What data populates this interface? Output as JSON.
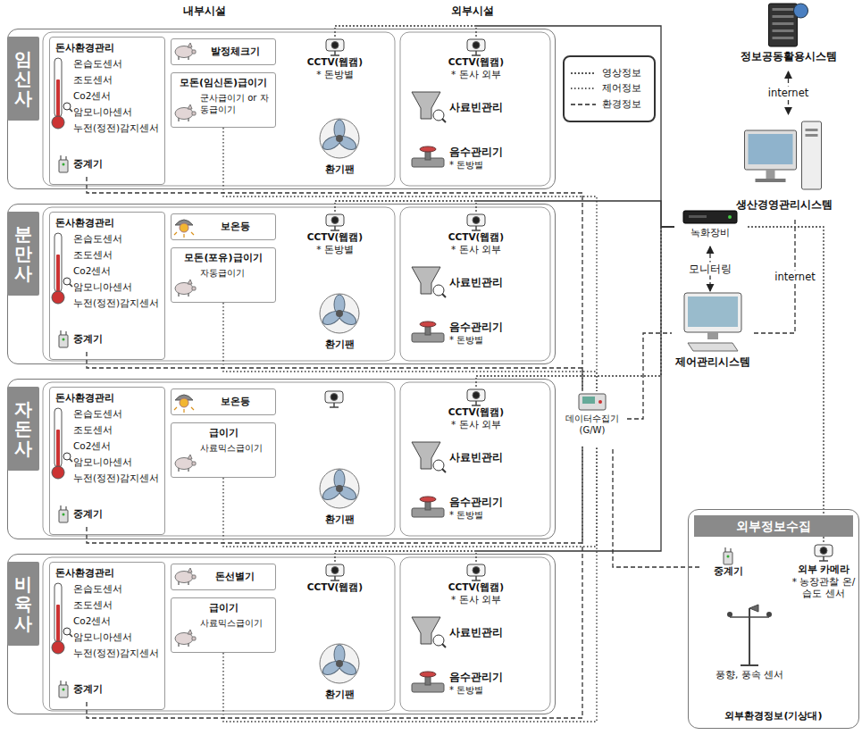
{
  "diagram": {
    "nodes": [
      {
        "text": [
          "임신사"
        ]
      },
      {
        "text": [
          "돈사환경관리",
          "온습도센서",
          "조도센서",
          "Co2센서",
          "암모니아센서",
          "누전(정전)감지센서"
        ],
        "in": 0
      },
      {
        "text": [
          "중계기"
        ],
        "in": 1
      },
      {
        "text": [
          "발정체크기"
        ],
        "in": 0
      },
      {
        "text": [
          "모돈(임신돈)급이기",
          "군사급이기 or 자동급이기"
        ],
        "in": 0
      },
      {
        "text": [
          "CCTV(웹캠)",
          "* 돈방별"
        ],
        "in": 0
      },
      {
        "text": [
          "환기팬"
        ],
        "in": 0
      },
      {
        "text": [
          "CCTV(웹캠)",
          "* 돈사 외부"
        ],
        "in": 0
      },
      {
        "text": [
          "사료빈관리"
        ],
        "in": 0
      },
      {
        "text": [
          "음수관리기",
          "* 돈방별"
        ],
        "in": 0
      },
      {
        "text": [
          "분만사"
        ]
      },
      {
        "text": [
          "돈사환경관리",
          "온습도센서",
          "조도센서",
          "Co2센서",
          "암모니아센서",
          "누전(정전)감지센서"
        ],
        "in": 10
      },
      {
        "text": [
          "중계기"
        ],
        "in": 11
      },
      {
        "text": [
          "보온등"
        ],
        "in": 10
      },
      {
        "text": [
          "모돈(포유)급이기",
          "자동급이기"
        ],
        "in": 10
      },
      {
        "text": [
          "CCTV(웹캠)",
          "* 돈방별"
        ],
        "in": 10
      },
      {
        "text": [
          "환기팬"
        ],
        "in": 10
      },
      {
        "text": [
          "CCTV(웹캠)",
          "* 돈사 외부"
        ],
        "in": 10
      },
      {
        "text": [
          "사료빈관리"
        ],
        "in": 10
      },
      {
        "text": [
          "음수관리기",
          "* 돈방별"
        ],
        "in": 10
      },
      {
        "text": [
          "자돈사"
        ]
      },
      {
        "text": [
          "돈사환경관리",
          "온습도센서",
          "조도센서",
          "Co2센서",
          "암모니아센서",
          "누전(정전)감지센서"
        ],
        "in": 20
      },
      {
        "text": [
          "중계기"
        ],
        "in": 21
      },
      {
        "text": [
          "보온등"
        ],
        "in": 20
      },
      {
        "text": [
          "급이기",
          "사료믹스급이기"
        ],
        "in": 20
      },
      {
        "text": [
          "환기팬"
        ],
        "in": 20
      },
      {
        "text": [
          "CCTV(웹캠)",
          "* 돈사 외부"
        ],
        "in": 20
      },
      {
        "text": [
          "사료빈관리"
        ],
        "in": 20
      },
      {
        "text": [
          "음수관리기",
          "* 돈방별"
        ],
        "in": 20
      },
      {
        "text": [
          "비육사"
        ]
      },
      {
        "text": [
          "돈사환경관리",
          "온습도센서",
          "조도센서",
          "Co2센서",
          "암모니아센서",
          "누전(정전)감지센서"
        ],
        "in": 29
      },
      {
        "text": [
          "중계기"
        ],
        "in": 30
      },
      {
        "text": [
          "돈선별기"
        ],
        "in": 29
      },
      {
        "text": [
          "급이기",
          "사료믹스급이기"
        ],
        "in": 29
      },
      {
        "text": [
          "CCTV(웹캠)"
        ],
        "in": 29
      },
      {
        "text": [
          "환기팬"
        ],
        "in": 29
      },
      {
        "text": [
          "CCTV(웹캠)",
          "* 돈사 외부"
        ],
        "in": 29
      },
      {
        "text": [
          "사료빈관리"
        ],
        "in": 29
      },
      {
        "text": [
          "음수관리기",
          "* 돈방별"
        ],
        "in": 29
      },
      {
        "text": [
          "정보공동활용시스템"
        ]
      },
      {
        "text": [
          "생산경영관리시스템"
        ]
      },
      {
        "text": [
          "녹화장비"
        ]
      },
      {
        "text": [
          "제어관리시스템"
        ]
      },
      {
        "text": [
          "데이터수집기(G/W)"
        ]
      },
      {
        "text": [
          "외부정보수집",
          "외부환경정보(기상대)"
        ]
      },
      {
        "text": [
          "중계기"
        ],
        "in": 44
      },
      {
        "text": [
          "외부 카메라",
          "* 농장관찰 온/습도 센서"
        ],
        "in": 44
      },
      {
        "text": [
          "풍향, 풍속 센서"
        ],
        "in": 44
      }
    ],
    "edges": [
      {
        "from": 5,
        "to": 41,
        "arrow": "none"
      },
      {
        "from": 7,
        "to": 41,
        "arrow": "none"
      },
      {
        "from": 2,
        "to": 43,
        "arrow": "none"
      },
      {
        "from": 4,
        "to": 43,
        "arrow": "none"
      },
      {
        "from": 15,
        "to": 41,
        "arrow": "none"
      },
      {
        "from": 17,
        "to": 41,
        "arrow": "none"
      },
      {
        "from": 12,
        "to": 43,
        "arrow": "none"
      },
      {
        "from": 14,
        "to": 43,
        "arrow": "none"
      },
      {
        "from": 26,
        "to": 41,
        "arrow": "none"
      },
      {
        "from": 22,
        "to": 43,
        "arrow": "none"
      },
      {
        "from": 24,
        "to": 43,
        "arrow": "none"
      },
      {
        "from": 34,
        "to": 41,
        "arrow": "none"
      },
      {
        "from": 36,
        "to": 41,
        "arrow": "none"
      },
      {
        "from": 31,
        "to": 43,
        "arrow": "none"
      },
      {
        "from": 33,
        "to": 43,
        "arrow": "none"
      },
      {
        "from": 39,
        "to": 40,
        "label": "internet",
        "arrow": "both"
      },
      {
        "from": 41,
        "to": 42,
        "label": "모니터링",
        "arrow": "both"
      },
      {
        "from": 43,
        "to": 42,
        "arrow": "none"
      },
      {
        "from": 42,
        "to": 40,
        "label": "internet",
        "arrow": "none"
      },
      {
        "from": 45,
        "to": 43,
        "arrow": "none"
      },
      {
        "from": 46,
        "to": 41,
        "arrow": "none"
      }
    ],
    "labels": [
      "내부시설",
      "외부시설"
    ],
    "legend": [
      {
        "text": "영상정보"
      },
      {
        "text": "제어정보"
      },
      {
        "text": "환경정보"
      }
    ]
  }
}
